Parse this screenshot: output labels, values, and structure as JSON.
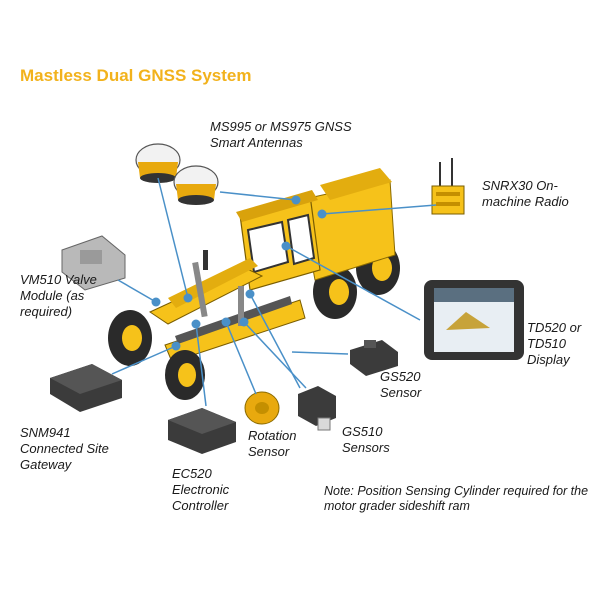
{
  "title": "Mastless Dual GNSS System",
  "components": {
    "antennas": "MS995 or MS975 GNSS Smart Antennas",
    "radio": "SNRX30 On-machine Radio",
    "valve_module": "VM510 Valve Module (as required)",
    "display": "TD520 or TD510 Display",
    "gs520": "GS520 Sensor",
    "snm941": "SNM941 Connected Site Gateway",
    "rotation": "Rotation Sensor",
    "gs510": "GS510 Sensors",
    "ec520": "EC520 Electronic Controller"
  },
  "note": "Note: Position Sensing Cylinder required for the motor grader sideshift ram",
  "colors": {
    "title": "#f2b21c",
    "machine_yellow": "#f6c21a",
    "callout_line": "#4a90c8",
    "device_gray": "#3b3b3b"
  }
}
